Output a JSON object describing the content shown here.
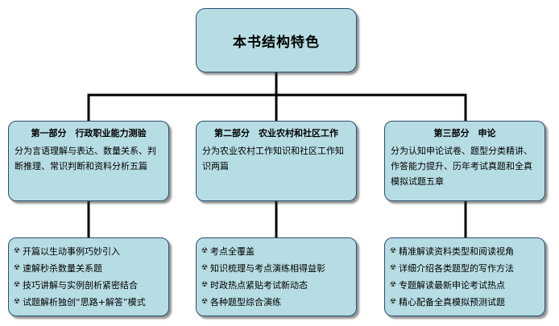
{
  "root": {
    "title": "本书结构特色"
  },
  "parts": [
    {
      "title": "第一部分　行政职业能力测验",
      "desc": "分为言语理解与表达、数量关系、判断推理、常识判断和资料分析五篇",
      "features": [
        "开篇以生动事例巧妙引入",
        "速解秒杀数量关系题",
        "技巧讲解与实例剖析紧密结合",
        "试题解析独创“思路+解答”模式"
      ]
    },
    {
      "title": "第二部分　农业农村和社区工作",
      "desc": "分为农业农村工作知识和社区工作知识两篇",
      "features": [
        "考点全覆盖",
        "知识梳理与考点演练相得益彰",
        "时政热点紧贴考试新动态",
        "各种题型综合演练"
      ]
    },
    {
      "title": "第三部分　申论",
      "desc": "分为认知申论试卷、题型分类精讲、作答能力提升、历年考试真题和全真模拟试题五章",
      "features": [
        "精准解读资料类型和阅读视角",
        "详细介绍各类题型的写作方法",
        "专题解读最新申论考试热点",
        "精心配备全真模拟预测试题"
      ]
    }
  ],
  "bullet_icon": "radiation-icon",
  "colors": {
    "box_fill": "#b7dde4",
    "box_border": "#2a4f6e",
    "connector": "#000000"
  }
}
